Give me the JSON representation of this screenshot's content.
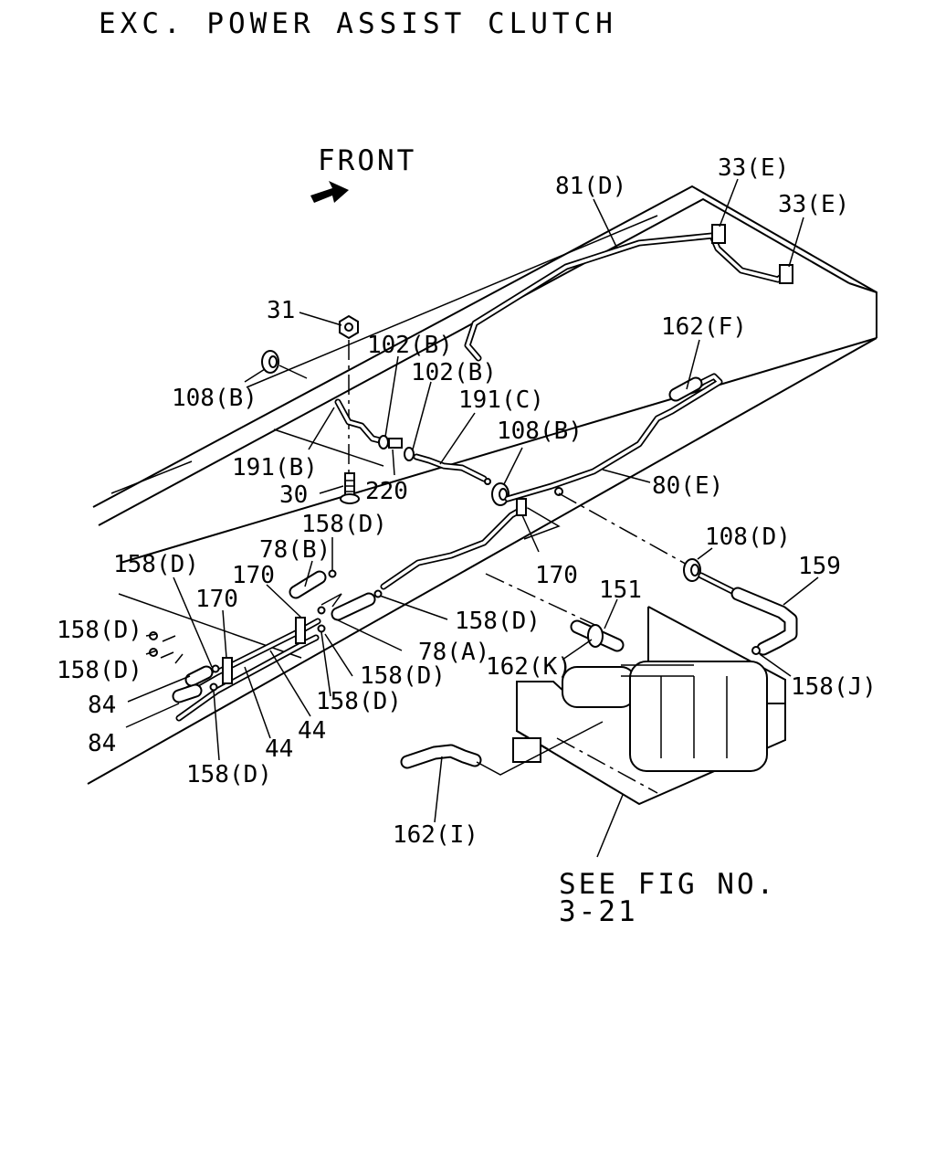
{
  "diagram": {
    "title": "EXC. POWER ASSIST CLUTCH",
    "direction_label": "FRONT",
    "reference": {
      "line1": "SEE FIG NO.",
      "line2": "3-21"
    },
    "callouts": [
      {
        "id": "c_33e_1",
        "text": "33(E)"
      },
      {
        "id": "c_33e_2",
        "text": "33(E)"
      },
      {
        "id": "c_81d",
        "text": "81(D)"
      },
      {
        "id": "c_31",
        "text": "31"
      },
      {
        "id": "c_108b_1",
        "text": "108(B)"
      },
      {
        "id": "c_102b_1",
        "text": "102(B)"
      },
      {
        "id": "c_102b_2",
        "text": "102(B)"
      },
      {
        "id": "c_162f",
        "text": "162(F)"
      },
      {
        "id": "c_191c",
        "text": "191(C)"
      },
      {
        "id": "c_108b_2",
        "text": "108(B)"
      },
      {
        "id": "c_191b",
        "text": "191(B)"
      },
      {
        "id": "c_80e",
        "text": "80(E)"
      },
      {
        "id": "c_30",
        "text": "30"
      },
      {
        "id": "c_220",
        "text": "220"
      },
      {
        "id": "c_158d_1",
        "text": "158(D)"
      },
      {
        "id": "c_108d",
        "text": "108(D)"
      },
      {
        "id": "c_78b",
        "text": "78(B)"
      },
      {
        "id": "c_158d_2",
        "text": "158(D)"
      },
      {
        "id": "c_170_1",
        "text": "170"
      },
      {
        "id": "c_170_2",
        "text": "170"
      },
      {
        "id": "c_170_3",
        "text": "170"
      },
      {
        "id": "c_159",
        "text": "159"
      },
      {
        "id": "c_151",
        "text": "151"
      },
      {
        "id": "c_158d_3",
        "text": "158(D)"
      },
      {
        "id": "c_158d_4",
        "text": "158(D)"
      },
      {
        "id": "c_158d_5",
        "text": "158(D)"
      },
      {
        "id": "c_78a",
        "text": "78(A)"
      },
      {
        "id": "c_162k",
        "text": "162(K)"
      },
      {
        "id": "c_158d_6",
        "text": "158(D)"
      },
      {
        "id": "c_158j",
        "text": "158(J)"
      },
      {
        "id": "c_84_1",
        "text": "84"
      },
      {
        "id": "c_158d_7",
        "text": "158(D)"
      },
      {
        "id": "c_84_2",
        "text": "84"
      },
      {
        "id": "c_44_1",
        "text": "44"
      },
      {
        "id": "c_44_2",
        "text": "44"
      },
      {
        "id": "c_158d_8",
        "text": "158(D)"
      },
      {
        "id": "c_162i",
        "text": "162(I)"
      }
    ]
  }
}
